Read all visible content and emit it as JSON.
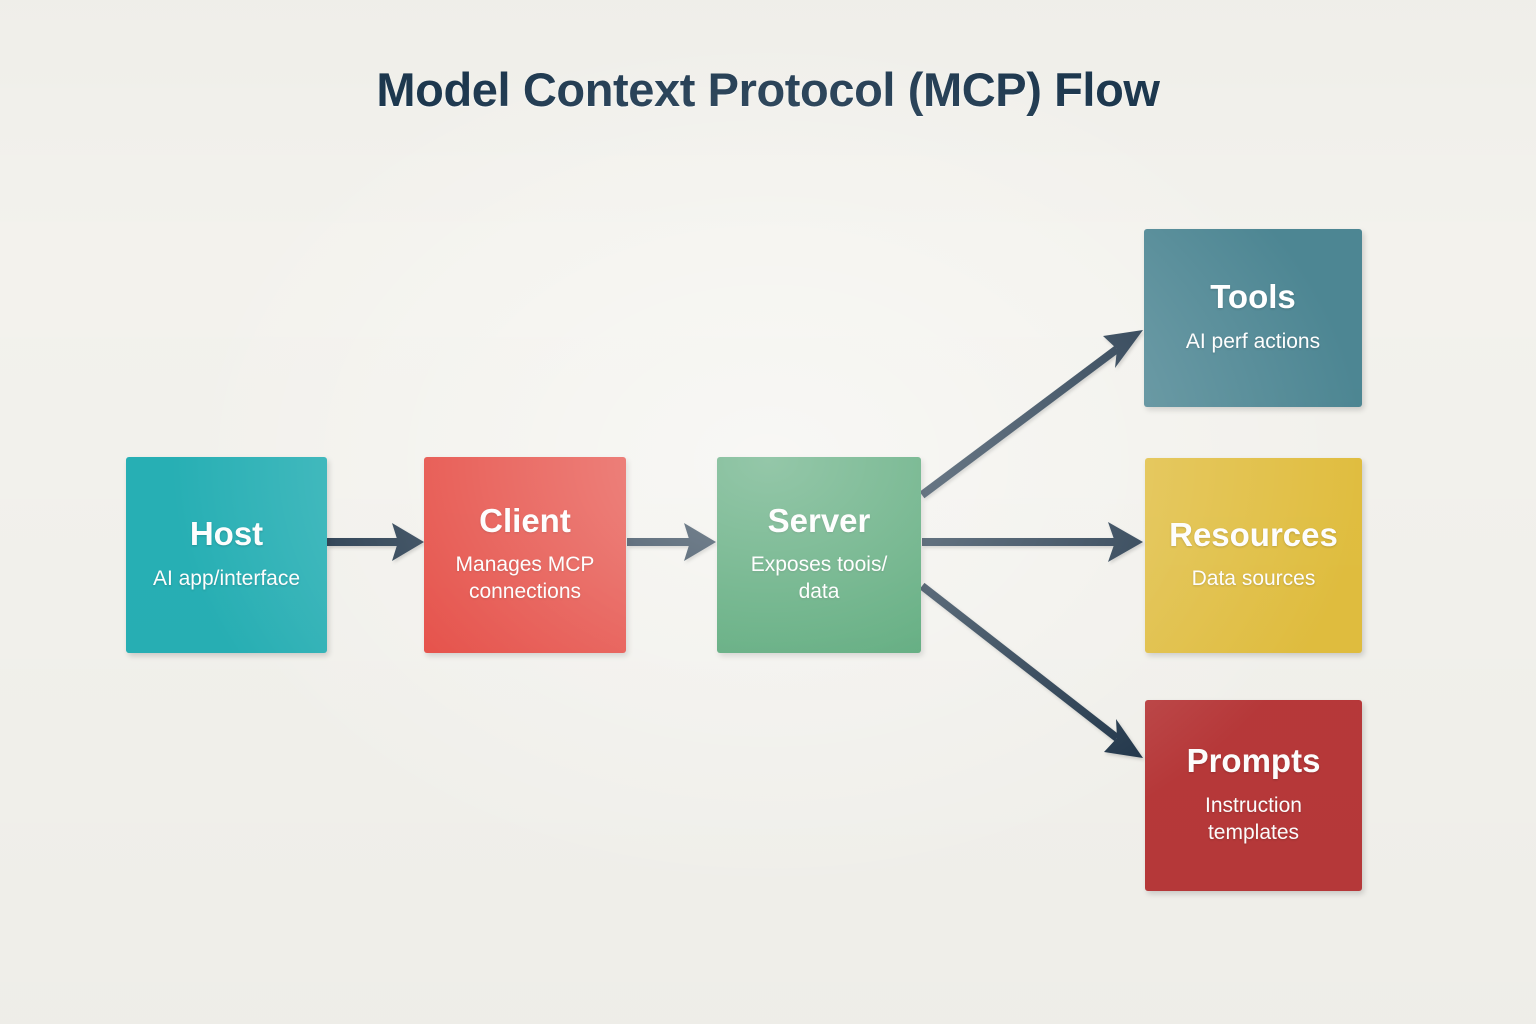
{
  "diagram": {
    "title": "Model Context Protocol (MCP) Flow",
    "background_color": "#f3f2ed",
    "title_color": "#1d384f",
    "arrow_color": "#1c3347",
    "nodes": [
      {
        "id": "host",
        "title": "Host",
        "subtitle": "AI app/interface",
        "color": "#27b0b5",
        "text_color": "#ffffff"
      },
      {
        "id": "client",
        "title": "Client",
        "subtitle": "Manages MCP connections",
        "color": "#e43b32",
        "text_color": "#ffffff"
      },
      {
        "id": "server",
        "title": "Server",
        "subtitle": "Exposes toois/ data",
        "color": "#3c9a62",
        "text_color": "#ffffff"
      },
      {
        "id": "tools",
        "title": "Tools",
        "subtitle": "AI perf actions",
        "color": "#4d8693",
        "text_color": "#ffffff"
      },
      {
        "id": "resources",
        "title": "Resources",
        "subtitle": "Data sources",
        "color": "#e1be3f",
        "text_color": "#ffffff"
      },
      {
        "id": "prompts",
        "title": "Prompts",
        "subtitle": "Instruction templates",
        "color": "#b8393a",
        "text_color": "#ffffff"
      }
    ],
    "edges": [
      {
        "id": "host-to-client",
        "from": "host",
        "to": "client",
        "label": "",
        "style": "straight"
      },
      {
        "id": "client-to-server",
        "from": "client",
        "to": "server",
        "label": "",
        "style": "straight"
      },
      {
        "id": "server-to-tools",
        "from": "server",
        "to": "tools",
        "label": "",
        "style": "diagonal-up"
      },
      {
        "id": "server-to-resources",
        "from": "server",
        "to": "resources",
        "label": "",
        "style": "straight"
      },
      {
        "id": "server-to-prompts",
        "from": "server",
        "to": "prompts",
        "label": "",
        "style": "diagonal-down"
      }
    ]
  }
}
